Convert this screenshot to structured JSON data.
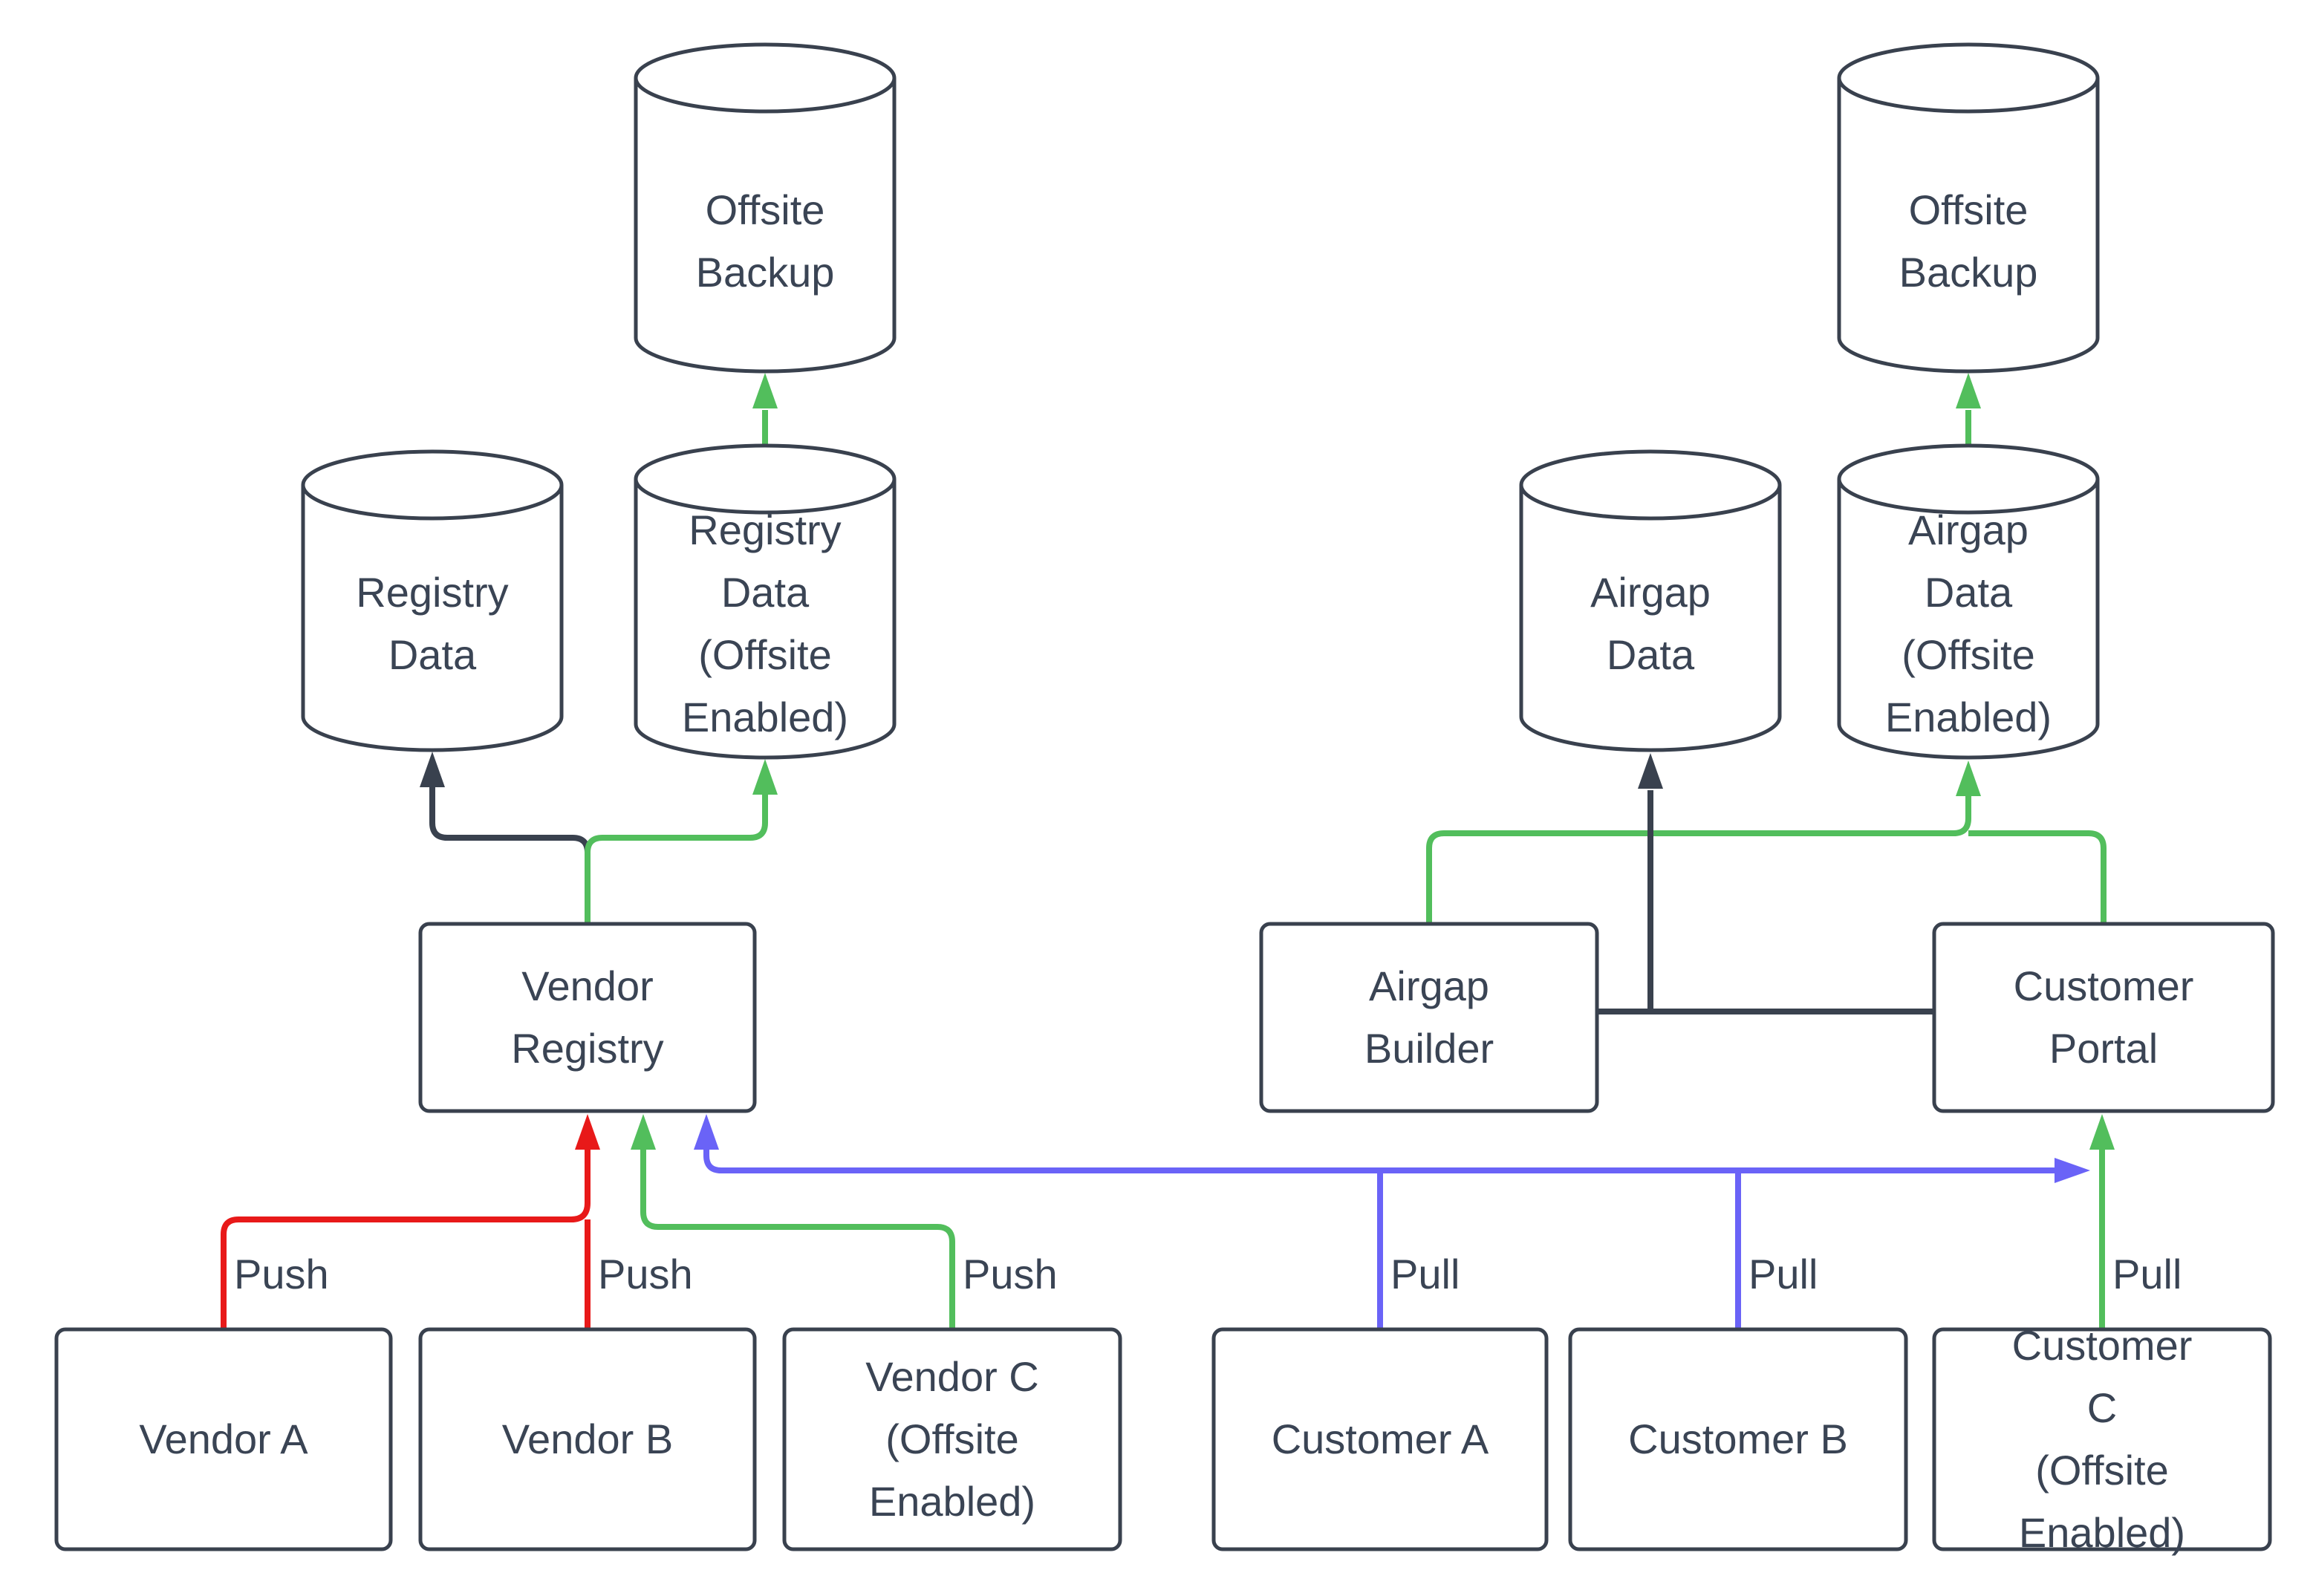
{
  "colors": {
    "dark": "#39414E",
    "red": "#E81919",
    "green": "#52BE5C",
    "blue": "#6A63F7",
    "text": "#3A4454",
    "background": "#ffffff"
  },
  "nodes": {
    "offsite_backup_left": "Offsite\nBackup",
    "offsite_backup_right": "Offsite\nBackup",
    "registry_data": "Registry\nData",
    "registry_data_offsite": "Registry\nData\n(Offsite\nEnabled)",
    "airgap_data": "Airgap\nData",
    "airgap_data_offsite": "Airgap\nData\n(Offsite\nEnabled)",
    "vendor_registry": "Vendor\nRegistry",
    "airgap_builder": "Airgap\nBuilder",
    "customer_portal": "Customer\nPortal",
    "vendor_a": "Vendor A",
    "vendor_b": "Vendor B",
    "vendor_c": "Vendor C\n(Offsite\nEnabled)",
    "customer_a": "Customer A",
    "customer_b": "Customer B",
    "customer_c": "Customer C\n(Offsite\nEnabled)"
  },
  "edge_labels": {
    "push_a": "Push",
    "push_b": "Push",
    "push_c": "Push",
    "pull_a": "Pull",
    "pull_b": "Pull",
    "pull_c": "Pull"
  }
}
